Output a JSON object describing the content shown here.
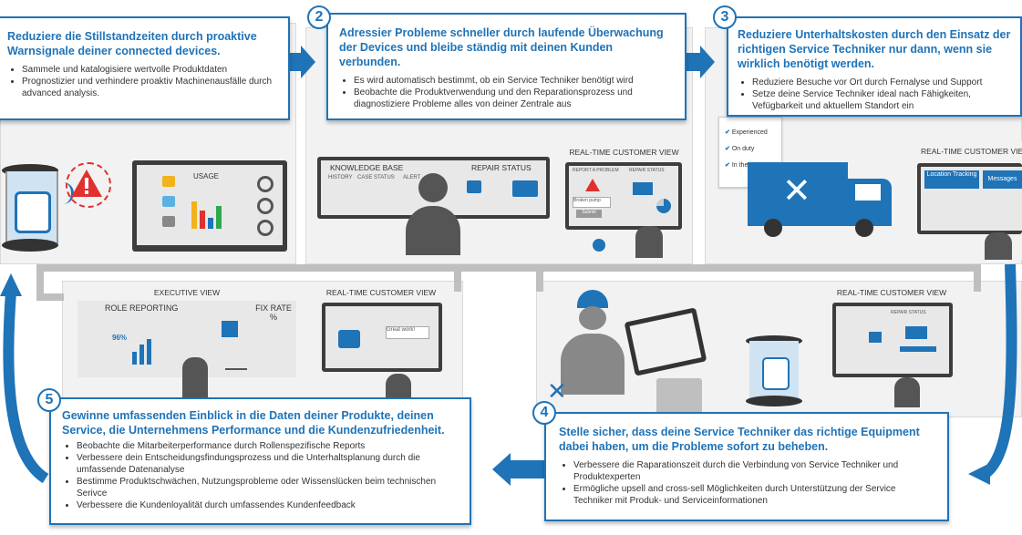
{
  "colors": {
    "accent": "#1f73b7",
    "gray_bg": "#f2f2f2",
    "dark": "#3d3d3d",
    "alert": "#e03030"
  },
  "step1": {
    "title": "Reduziere die Stillstandzeiten durch proaktive Warnsignale deiner connected devices.",
    "bullets": [
      "Sammele und katalogisiere wertvolle Produktdaten",
      "Prognostizier und verhindere proaktiv Machinenausfälle durch advanced analysis."
    ],
    "usage_label": "USAGE"
  },
  "step2": {
    "number": "2",
    "title": "Adressier Probleme schneller durch laufende Überwachung der Devices und bleibe ständig mit deinen Kunden verbunden.",
    "bullets": [
      "Es wird automatisch bestimmt, ob ein Service Techniker benötigt wird",
      "Beobachte die Produktverwendung und den Reparationsprozess und diagnostiziere Probleme alles von deiner Zentrale aus"
    ],
    "knowledge_base": "KNOWLEDGE BASE",
    "repair_status": "REPAIR STATUS",
    "history": "HISTORY",
    "case_status": "CASE STATUS",
    "alert": "ALERT",
    "rtcv": "REAL-TIME CUSTOMER VIEW",
    "report_problem": "REPORT A PROBLEM",
    "repair_status_sm": "REPAIR STATUS",
    "broken_pump": "Broken pump",
    "submit": "Submit"
  },
  "step3": {
    "number": "3",
    "title": "Reduziere Unterhaltskosten durch den Einsatz der richtigen Service Techniker nur dann, wenn sie wirklich benötigt werden.",
    "bullets": [
      "Reduziere Besuche vor Ort durch Fernalyse und Support",
      "Setze deine Service Techniker ideal nach Fähigkeiten, Vefügbarkeit und aktuellem Standort ein"
    ],
    "checklist": [
      "Experienced",
      "On duty",
      "In the area"
    ],
    "rtcv": "REAL-TIME CUSTOMER VIEW",
    "location_tracking": "Location Tracking",
    "messages": "Messages"
  },
  "step4": {
    "number": "4",
    "title": "Stelle sicher, dass deine Service Techniker das richtige Equipment dabei haben, um die Probleme sofort zu beheben.",
    "bullets": [
      "Verbessere die Raparationszeit durch die Verbindung von Service Techniker und Produktexperten",
      "Ermögliche upsell and cross-sell Möglichkeiten durch Unterstützung der Service Techniker mit Produk- und Serviceinformationen"
    ],
    "rtcv": "REAL-TIME CUSTOMER VIEW",
    "repair_status_sm": "REPAIR STATUS"
  },
  "step5": {
    "number": "5",
    "title": "Gewinne umfassenden Einblick in die Daten deiner Produkte, deinen Service, die Unternehmens Performance und die Kundenzufriedenheit.",
    "bullets": [
      "Beobachte die Mitarbeiterperformance durch Rollenspezifische Reports",
      "Verbessere dein Entscheidungsfindungsprozess und die Unterhaltsplanung durch die umfassende Datenanalyse",
      "Bestimme Produktschwächen, Nutzungsprobleme  oder Wissenslücken beim technischen Serivce",
      "Verbessere die Kundenloyalität durch umfassendes Kundenfeedback"
    ],
    "executive_view": "EXECUTIVE VIEW",
    "role_reporting": "ROLE REPORTING",
    "fix_rate": "FIX RATE %",
    "percent": "96%",
    "rtcv": "REAL-TIME CUSTOMER VIEW",
    "great_work": "Great work!"
  }
}
